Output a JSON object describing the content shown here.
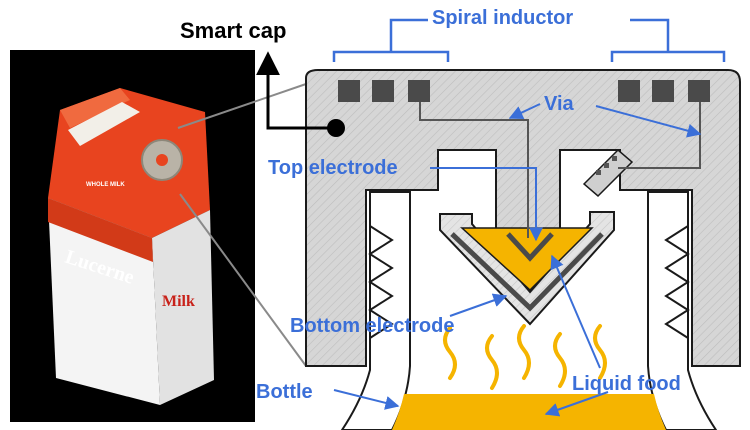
{
  "labels": {
    "smart_cap": "Smart cap",
    "spiral_inductor": "Spiral inductor",
    "via": "Via",
    "top_electrode": "Top electrode",
    "bottom_electrode": "Bottom electrode",
    "bottle": "Bottle",
    "liquid_food": "Liquid food"
  },
  "carton": {
    "brand": "Lucerne",
    "product": "Milk",
    "badge": "WHOLE MILK"
  },
  "colors": {
    "label_blue": "#3b6fd8",
    "cap_gray": "#d3d3d3",
    "liquid_orange": "#f5b400",
    "carton_red": "#e8441f",
    "pad_dark": "#4a4a4a"
  }
}
